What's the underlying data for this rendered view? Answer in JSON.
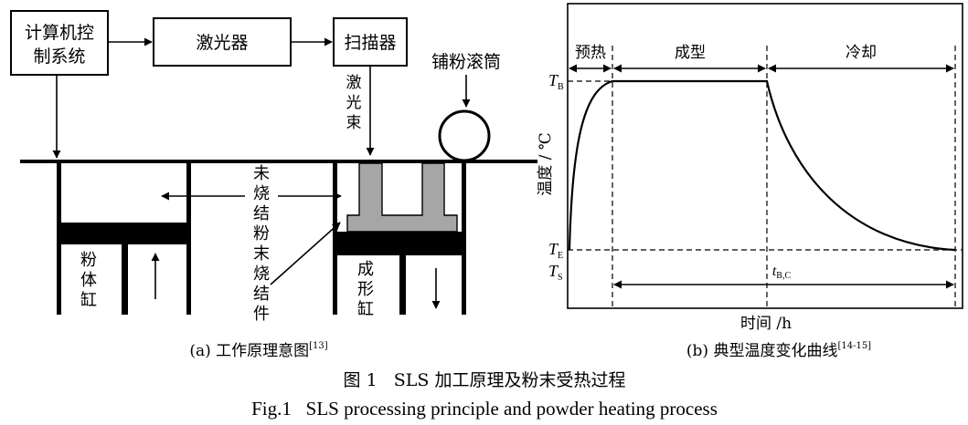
{
  "panel_a": {
    "computer_control": [
      "计算机控",
      "制系统"
    ],
    "laser": "激光器",
    "scanner": "扫描器",
    "laser_beam": [
      "激",
      "光",
      "束"
    ],
    "roller": "铺粉滚筒",
    "unsintered_powder": [
      "未",
      "烧",
      "结",
      "粉",
      "末"
    ],
    "sintered_part": [
      "烧",
      "结",
      "件"
    ],
    "powder_cylinder": [
      "粉",
      "体",
      "缸"
    ],
    "build_cylinder": [
      "成",
      "形",
      "缸"
    ],
    "caption": "(a) 工作原理意图",
    "caption_ref": "[13]"
  },
  "panel_b": {
    "phase_preheat": "预热",
    "phase_forming": "成型",
    "phase_cooling": "冷却",
    "y_axis_label": "温度 / ℃",
    "x_axis_label": "时间 /h",
    "tb_main": "T",
    "tb_sub": "B",
    "te_main": "T",
    "te_sub": "E",
    "ts_main": "T",
    "ts_sub": "S",
    "tbc_main": "t",
    "tbc_sub": "B,C",
    "caption": "(b) 典型温度变化曲线",
    "caption_ref": "[14-15]"
  },
  "figure_caption_cn": "图 1   SLS 加工原理及粉末受热过程",
  "figure_caption_en": "Fig.1   SLS processing principle and powder heating process"
}
